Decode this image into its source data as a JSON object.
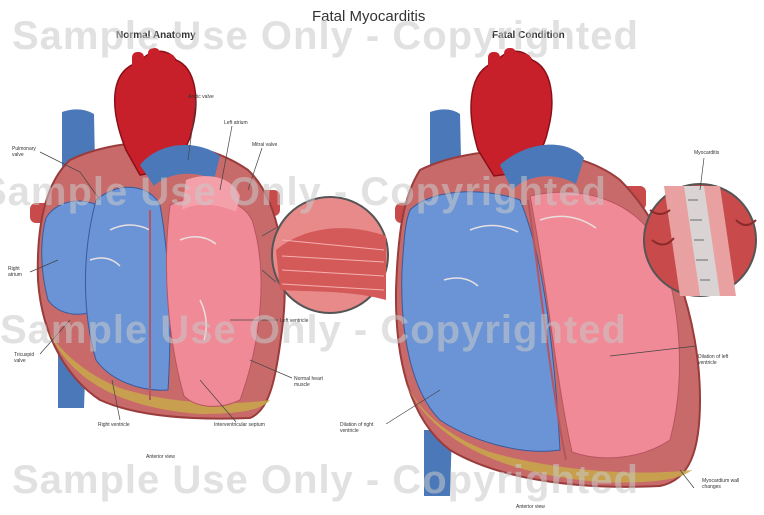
{
  "title": "Fatal Myocarditis",
  "subtitles": {
    "left": "Normal Anatomy",
    "right": "Fatal Condition"
  },
  "watermark": "Sample Use Only - Copyrighted",
  "left_labels": {
    "pulmonary_valve": "Pulmonary valve",
    "aortic_valve": "Aortic valve",
    "left_atrium": "Left atrium",
    "mitral_valve": "Mitral valve",
    "right_atrium": "Right atrium",
    "tricuspid_valve": "Tricuspid valve",
    "left_ventricle": "Left ventricle",
    "normal_myocardium": "Normal heart muscle",
    "right_ventricle": "Right ventricle",
    "interventricular_septum": "Interventricular septum",
    "view": "Anterior view"
  },
  "right_labels": {
    "myocarditis": "Myocarditis",
    "dilation_left_ventricle": "Dilation of left ventricle",
    "dilation_right_ventricle": "Dilation of right ventricle",
    "myocardium_wall_changes": "Myocardium wall changes",
    "view": "Anterior view"
  },
  "colors": {
    "aorta": "#c8202a",
    "vein_blue": "#4a78b8",
    "chamber_blue": "#6a94d6",
    "chamber_pink": "#f08a96",
    "muscle": "#c86a6a",
    "muscle_dark": "#9a3c3c",
    "fat_yellow": "#c8a84a",
    "watermark": "#c8c8c8"
  }
}
